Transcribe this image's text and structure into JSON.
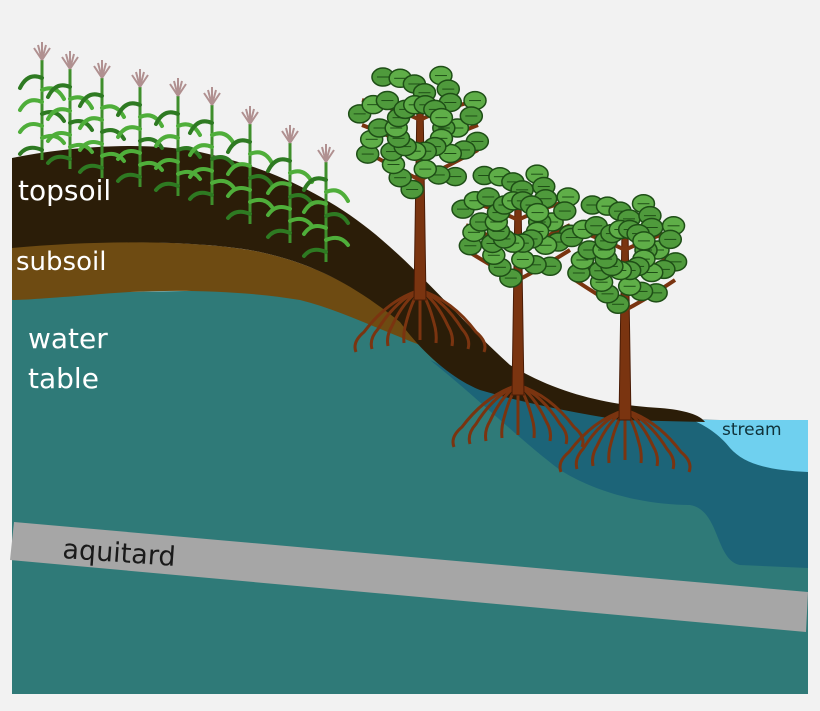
{
  "labels": {
    "topsoil": "topsoil",
    "subsoil": "subsoil",
    "water_line1": "water",
    "water_line2": "table",
    "aquitard": "aquitard",
    "stream": "stream"
  },
  "colors": {
    "background": "#f2f2f2",
    "topsoil": "#2b1d08",
    "subsoil": "#6e4b12",
    "groundwater": "#2f7a78",
    "deep_water": "#1c6478",
    "stream": "#6fd0ef",
    "aquitard": "#a6a6a6",
    "trunk": "#7a3410",
    "leaf": "#4f9a3c",
    "leaf_dark": "#1e4e16",
    "crop": "#4fae3a",
    "tassel": "#b09090"
  }
}
